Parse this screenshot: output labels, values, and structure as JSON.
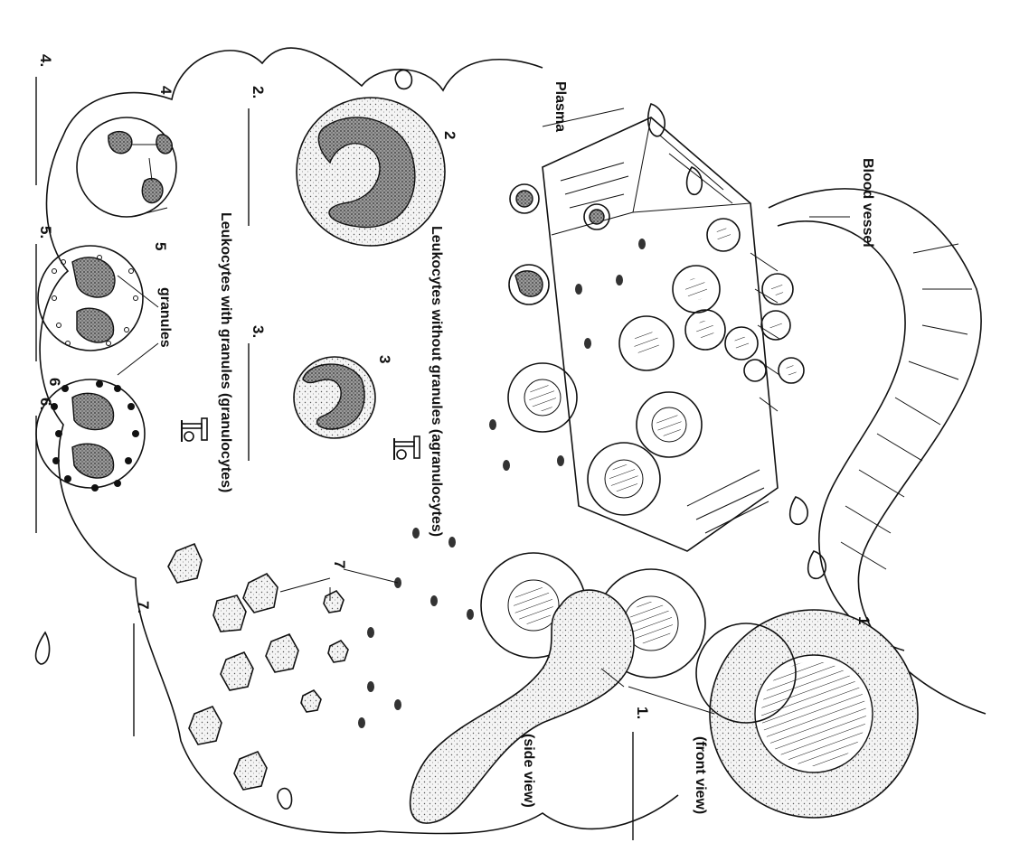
{
  "diagram": {
    "labels": {
      "blood_vessel": "Blood vessel",
      "plasma": "Plasma",
      "agranulocytes": "Leukocytes without granules (agranulocytes)",
      "granulocytes": "Leukocytes with granules (granulocytes)",
      "granules": "granules",
      "front_view": "(front view)",
      "side_view": "(side view)"
    },
    "markers": [
      "1",
      "2",
      "3",
      "4",
      "5",
      "6",
      "7"
    ],
    "blanks": [
      "1.",
      "2.",
      "3.",
      "4.",
      "5.",
      "6.",
      "7."
    ]
  }
}
